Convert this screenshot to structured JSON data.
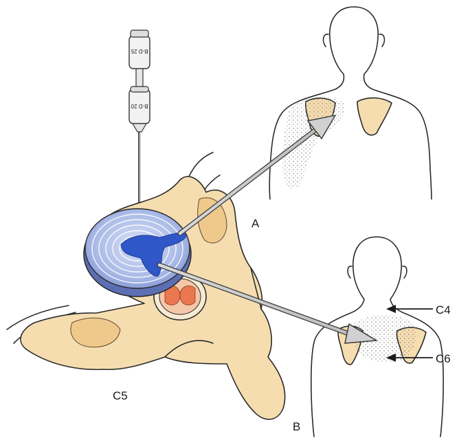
{
  "labels": {
    "a": "A",
    "b": "B",
    "c4": "C4",
    "c5": "C5",
    "c6": "C6"
  },
  "syringe": {
    "upper_barrel_text": "B-D 25",
    "lower_barrel_text": "B-D 20"
  },
  "colors": {
    "bone": "#f6ddb0",
    "bone_shadow": "#efc98c",
    "disc": "#a9b9e6",
    "disc_edge": "#5d6fb4",
    "contrast_dye": "#2f57c8",
    "spinal_cord": "#e9774f",
    "arrow": "#c9c9c9"
  },
  "icons": {
    "needle": "needle-icon",
    "pain_arrow": "arrow-icon",
    "figure_a": "torso-figure",
    "figure_b": "torso-figure"
  }
}
